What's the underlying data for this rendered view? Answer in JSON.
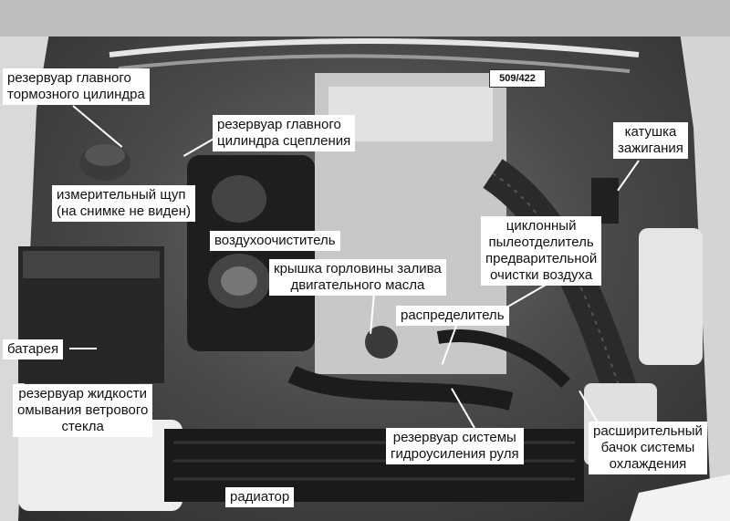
{
  "photo_code": "509/422",
  "labels": {
    "brake_reservoir": "резервуар главного\nтормозного цилиндра",
    "clutch_reservoir": "резервуар главного\nцилиндра сцепления",
    "ignition_coil": "катушка\nзажигания",
    "dipstick": "измерительный щуп\n(на снимке не виден)",
    "cyclone_separator": "циклонный\nпылеотделитель\nпредварительной\nочистки воздуха",
    "air_cleaner": "воздухоочиститель",
    "oil_filler_cap": "крышка горловины залива\nдвигательного масла",
    "distributor": "распределитель",
    "battery": "батарея",
    "washer_reservoir": "резервуар жидкости\nомывания ветрового\nстекла",
    "power_steering_reservoir": "резервуар системы\nгидроусиления руля",
    "expansion_tank": "расширительный\nбачок системы\nохлаждения",
    "radiator": "радиатор"
  }
}
